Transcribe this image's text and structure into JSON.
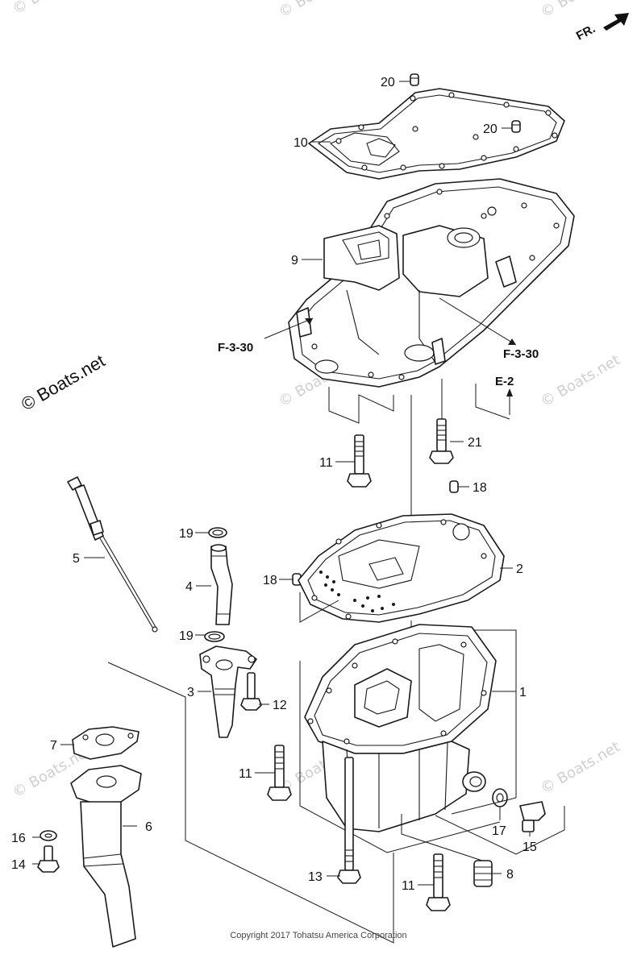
{
  "header": {
    "front_indicator": "FR.",
    "front_indicator_icon": "arrow-icon"
  },
  "watermark": {
    "main": "© Boats.net",
    "repeat": "© Boats.net"
  },
  "callouts": {
    "p1": "1",
    "p2": "2",
    "p3": "3",
    "p4": "4",
    "p5": "5",
    "p6": "6",
    "p7": "7",
    "p8": "8",
    "p9": "9",
    "p10": "10",
    "p11a": "11",
    "p11b": "11",
    "p11c": "11",
    "p12": "12",
    "p13": "13",
    "p14": "14",
    "p15": "15",
    "p16": "16",
    "p17": "17",
    "p18a": "18",
    "p18b": "18",
    "p19a": "19",
    "p19b": "19",
    "p20a": "20",
    "p20b": "20",
    "p21": "21"
  },
  "references": {
    "left": "F-3-30",
    "right": "F-3-30",
    "e2": "E-2"
  },
  "footer": {
    "copyright": "Copyright 2017 Tohatsu America Corporation"
  }
}
